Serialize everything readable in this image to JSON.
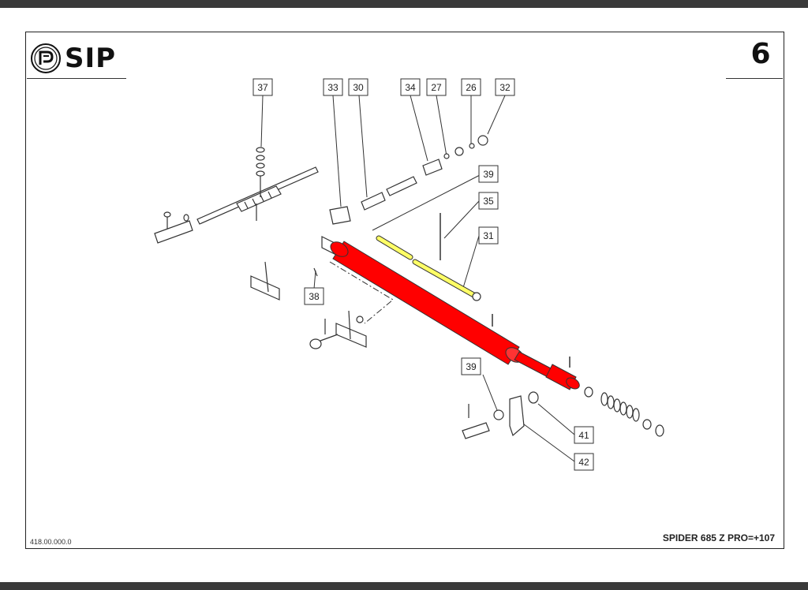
{
  "header": {
    "brand": "SIP",
    "page_number": "6"
  },
  "footer": {
    "doc_code": "418.00.000.0",
    "model": "SPIDER 685 Z PRO=+107"
  },
  "callouts": [
    "37",
    "33",
    "30",
    "34",
    "27",
    "26",
    "32",
    "39",
    "35",
    "31",
    "38",
    "39",
    "41",
    "42"
  ],
  "colors": {
    "highlight_main": "#ff0000",
    "highlight_secondary": "#ffff66",
    "line": "#333333"
  }
}
